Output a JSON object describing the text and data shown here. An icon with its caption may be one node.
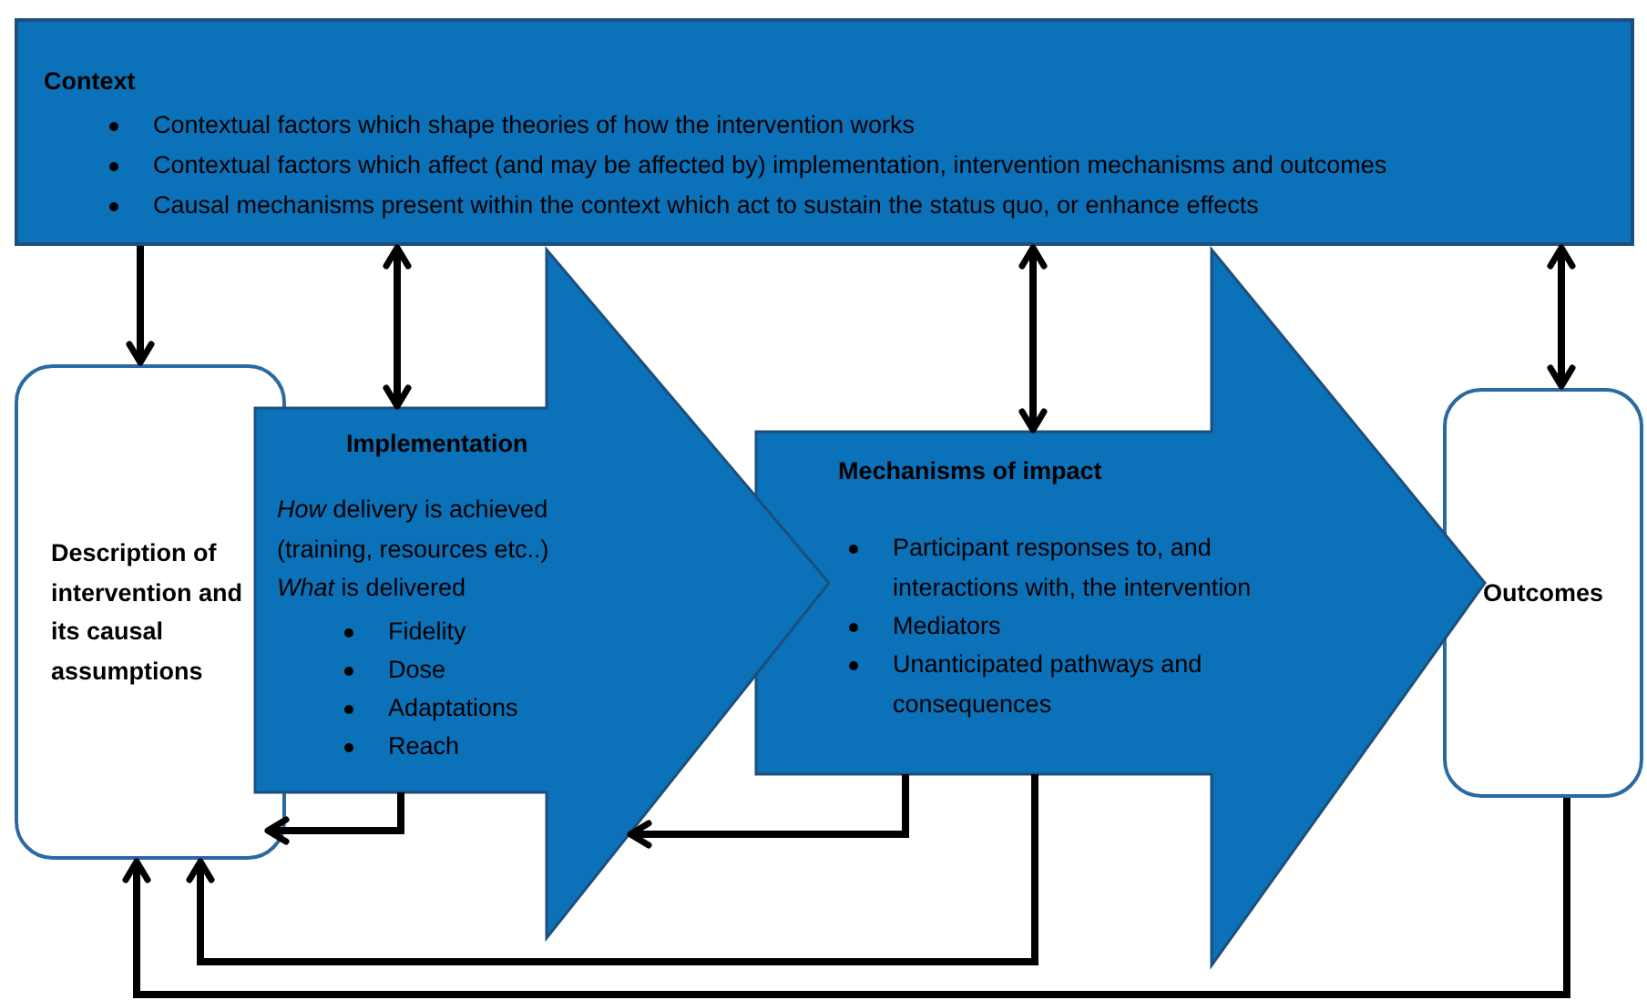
{
  "diagram": {
    "nodes": [
      {
        "text": [
          "Context",
          "Contextual factors which shape theories of how the intervention works",
          "Contextual factors which affect (and may be affected by) implementation, intervention mechanisms and outcomes",
          "Causal mechanisms present within the context which act to sustain the status quo, or enhance effects"
        ]
      },
      {
        "text": [
          "Description of intervention and its causal assumptions"
        ]
      },
      {
        "text": [
          "Implementation",
          "*How* delivery is achieved (training, resources  etc..)",
          "*What* is delivered",
          "Fidelity",
          "Dose",
          "Adaptations",
          "Reach"
        ]
      },
      {
        "text": [
          "Mechanisms of impact",
          "Participant responses to, and interactions with, the intervention",
          "Mediators",
          "Unanticipated pathways and consequences"
        ]
      },
      {
        "text": [
          "Outcomes"
        ]
      }
    ],
    "edges": [
      {
        "from": 0,
        "to": 1,
        "arrow": "to"
      },
      {
        "from": 0,
        "to": 2,
        "arrow": "both"
      },
      {
        "from": 0,
        "to": 3,
        "arrow": "both"
      },
      {
        "from": 0,
        "to": 4,
        "arrow": "both"
      },
      {
        "from": 2,
        "to": 1,
        "arrow": "to"
      },
      {
        "from": 3,
        "to": 2,
        "arrow": "to"
      },
      {
        "from": 3,
        "to": 1,
        "arrow": "to"
      },
      {
        "from": 4,
        "to": 1,
        "arrow": "to"
      }
    ]
  }
}
